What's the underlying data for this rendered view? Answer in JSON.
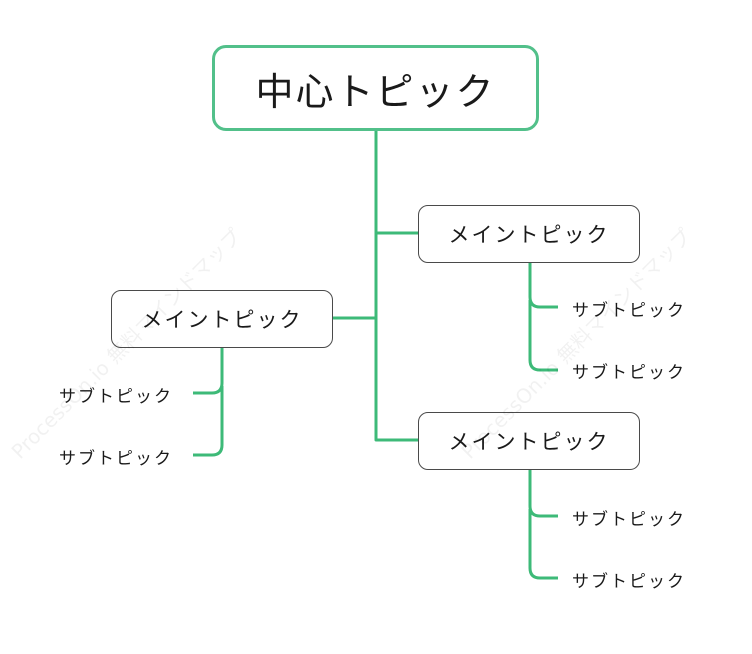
{
  "center": {
    "label": "中心トピック"
  },
  "mains": [
    {
      "label": "メイントピック",
      "subs": [
        "サブトピック",
        "サブトピック"
      ]
    },
    {
      "label": "メイントピック",
      "subs": [
        "サブトピック",
        "サブトピック"
      ]
    },
    {
      "label": "メイントピック",
      "subs": [
        "サブトピック",
        "サブトピック"
      ]
    }
  ],
  "watermark": "ProcessOn.io 無料マインドマップ",
  "colors": {
    "connector": "#3dba78",
    "center_border": "#52c08a",
    "node_border": "#4a4a4a",
    "text": "#1a1a1a"
  }
}
